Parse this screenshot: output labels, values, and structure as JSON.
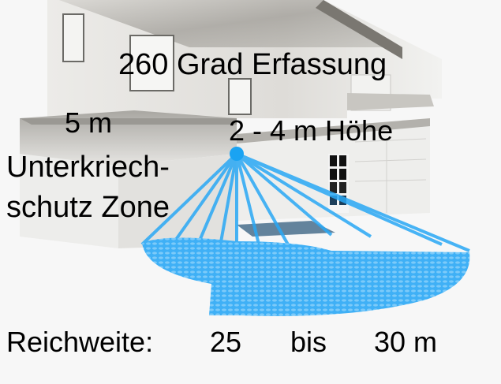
{
  "labels": {
    "detection_angle": "260 Grad Erfassung",
    "distance": "5 m",
    "mount_height": "2 - 4 m Höhe",
    "zone_line1": "Unterkriech-",
    "zone_line2": "schutz Zone"
  },
  "range": {
    "label": "Reichweite:",
    "min": "25",
    "separator": "bis",
    "max": "30 m"
  },
  "colors": {
    "beam": "#29a8f5",
    "sensor": "#1aa3f2",
    "wall_dark": "#8c8a84",
    "wall_light": "#e9e8e4",
    "background": "#f7f7f7"
  }
}
